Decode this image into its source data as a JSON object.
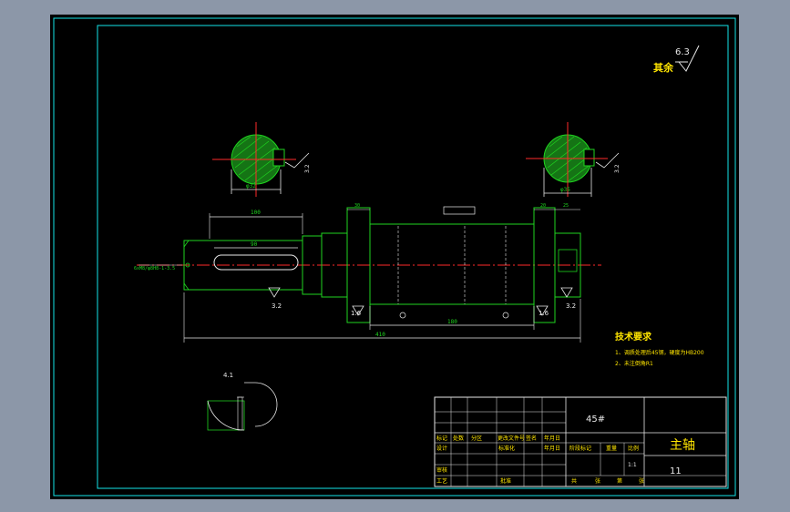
{
  "roughness": {
    "rest_label": "其余",
    "rest_value": "6.3",
    "surface_values": [
      "3.2",
      "3.2",
      "3.2",
      "3.2",
      "1.6",
      "1.6"
    ]
  },
  "technical_requirements": {
    "title": "技术要求",
    "item_1": "1、调质处理后45钢，硬度为HB200",
    "item_2": "2、未注倒角R1"
  },
  "dimensions": {
    "overall_length": "410",
    "key_seat_length": "90",
    "shaft_section_1": "100",
    "mid_length": "180",
    "small_30": "30",
    "small_20": "20",
    "small_25": "25",
    "slot_depth": "4.1",
    "thread_callout": "6xM8/φ8H8-1-3.5",
    "sec_left": "φ32",
    "sec_right": "φ35"
  },
  "title_block": {
    "material": "45#",
    "part_name": "主轴",
    "drawing_no": "11",
    "scale": "1:1",
    "row_mark": "标记",
    "row_count": "处数",
    "row_zone": "分区",
    "row_doc": "更改文件号",
    "row_sign": "签名",
    "row_date": "年月日",
    "design": "设计",
    "standardize": "标准化",
    "review": "审核",
    "process": "工艺",
    "approve": "批准",
    "stage_mark": "阶段标记",
    "weight": "重量",
    "ratio": "比例",
    "total": "共",
    "sheets": "张",
    "no": "第",
    "sheet": "张"
  }
}
